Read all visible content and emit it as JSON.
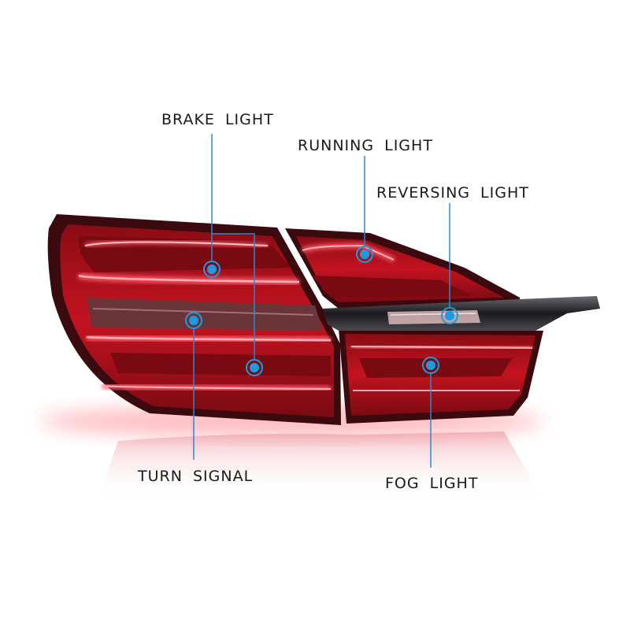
{
  "labels": {
    "brake": "BRAKE LIGHT",
    "running": "RUNNING LIGHT",
    "reversing": "REVERSING LIGHT",
    "turn": "TURN SIGNAL",
    "fog": "FOG LIGHT"
  },
  "colors": {
    "callout": "#2a8ad0",
    "marker": "#1e9be0",
    "lens_red": "#c4101a",
    "glow_red": "#ff5a6a",
    "housing_dark": "#3a0a0e",
    "chrome": "#2a2a2e"
  }
}
